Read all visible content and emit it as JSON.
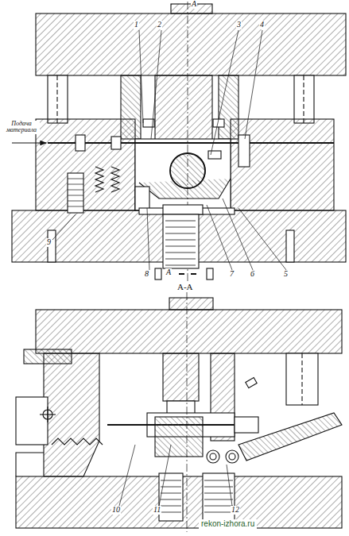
{
  "diagram": {
    "labels": [
      "А",
      "1",
      "2",
      "3",
      "4",
      "Подача материала",
      "9",
      "8",
      "А",
      "7",
      "6",
      "5",
      "А-А",
      "10",
      "11",
      "12",
      "rekon-izhora.ru"
    ]
  }
}
